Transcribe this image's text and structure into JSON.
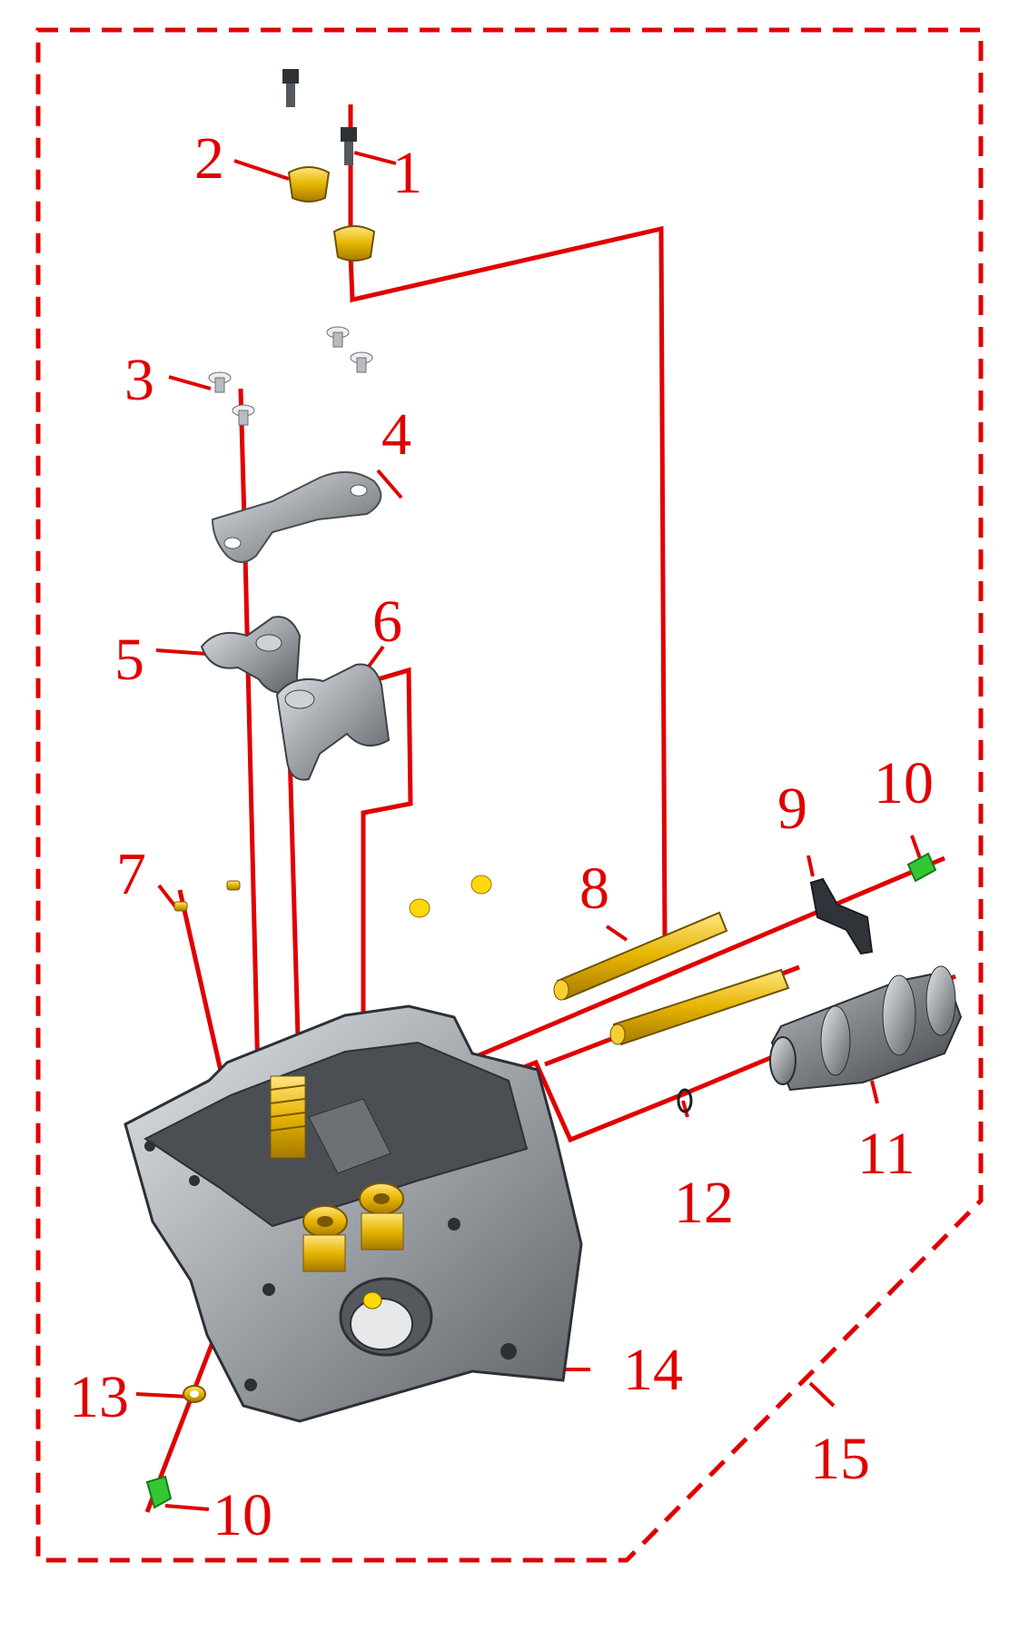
{
  "diagram": {
    "accent_color": "#e00000",
    "metal_color": "#9aa0a6",
    "brass_color": "#e6b400",
    "fitting_color": "#34c734",
    "callouts": {
      "c1": "1",
      "c2": "2",
      "c3": "3",
      "c4": "4",
      "c5": "5",
      "c6": "6",
      "c7": "7",
      "c8": "8",
      "c9": "9",
      "c10a": "10",
      "c10b": "10",
      "c11": "11",
      "c12": "12",
      "c13": "13",
      "c14": "14",
      "c15": "15"
    }
  }
}
